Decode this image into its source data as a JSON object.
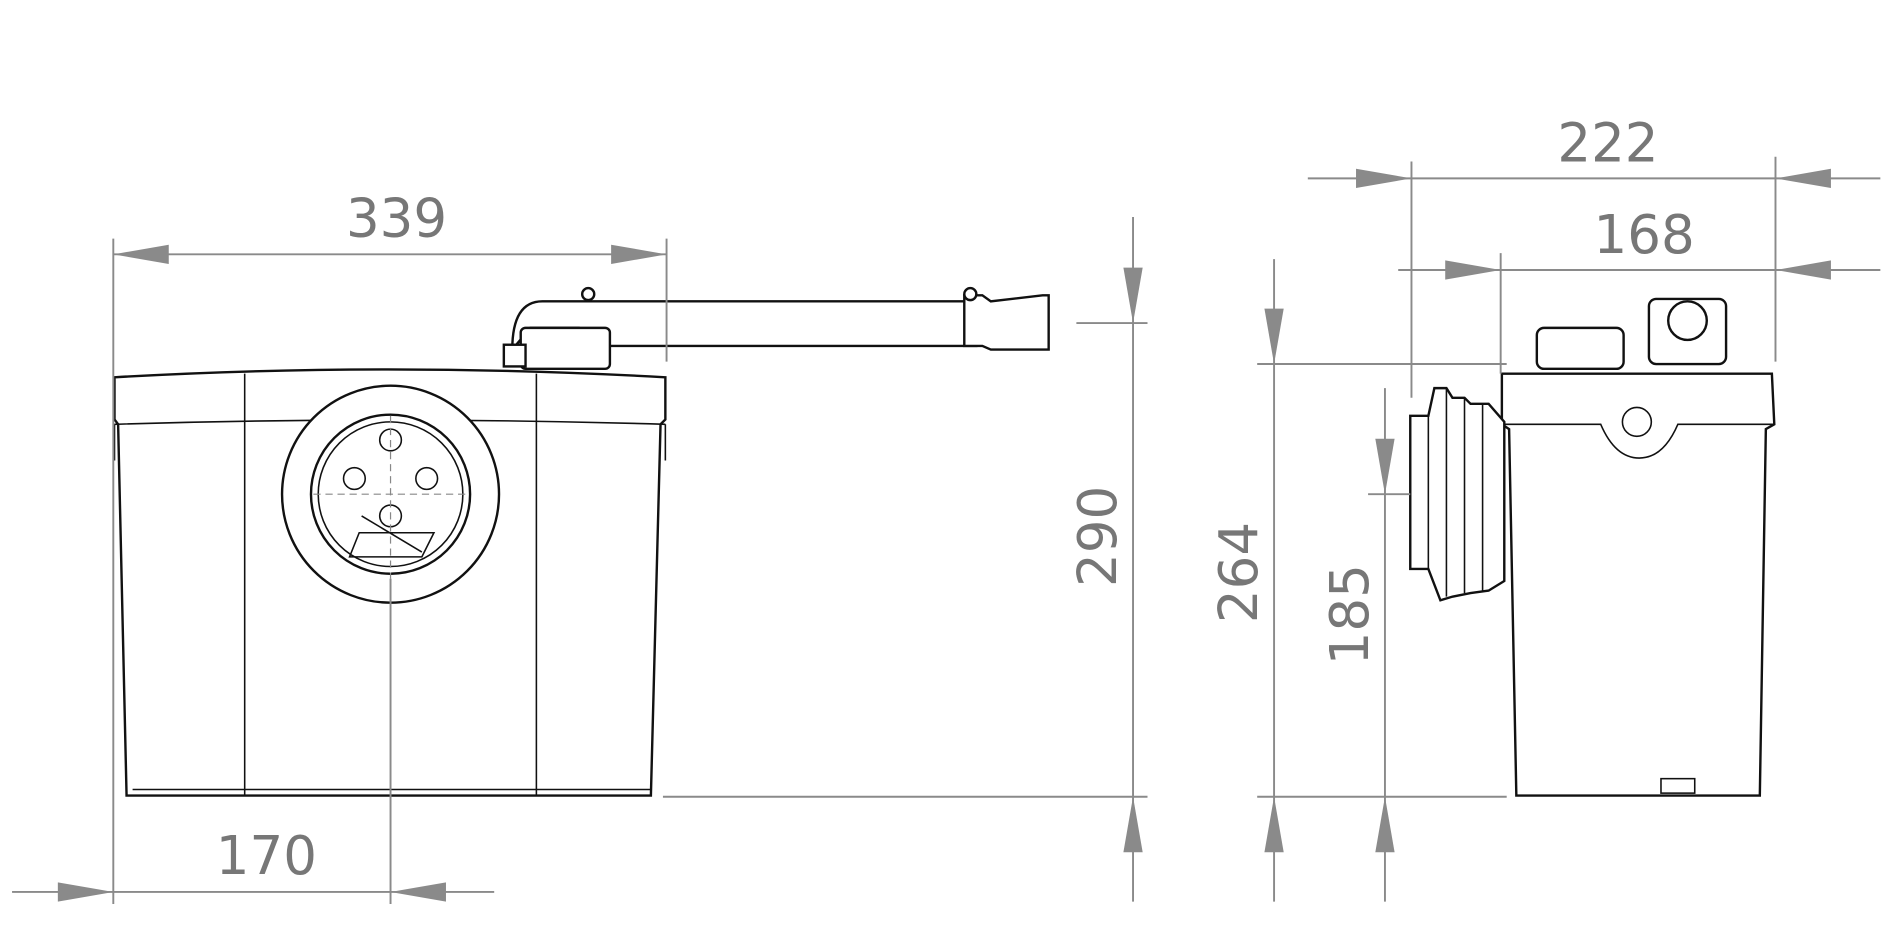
{
  "dimensions": {
    "front_width": "339",
    "front_axis_offset": "170",
    "total_height": "290",
    "side_body_height": "264",
    "side_inlet_height": "185",
    "side_total_depth": "222",
    "side_body_depth": "168"
  },
  "colors": {
    "dimension": "#8a8a8a",
    "outline": "#111111"
  }
}
